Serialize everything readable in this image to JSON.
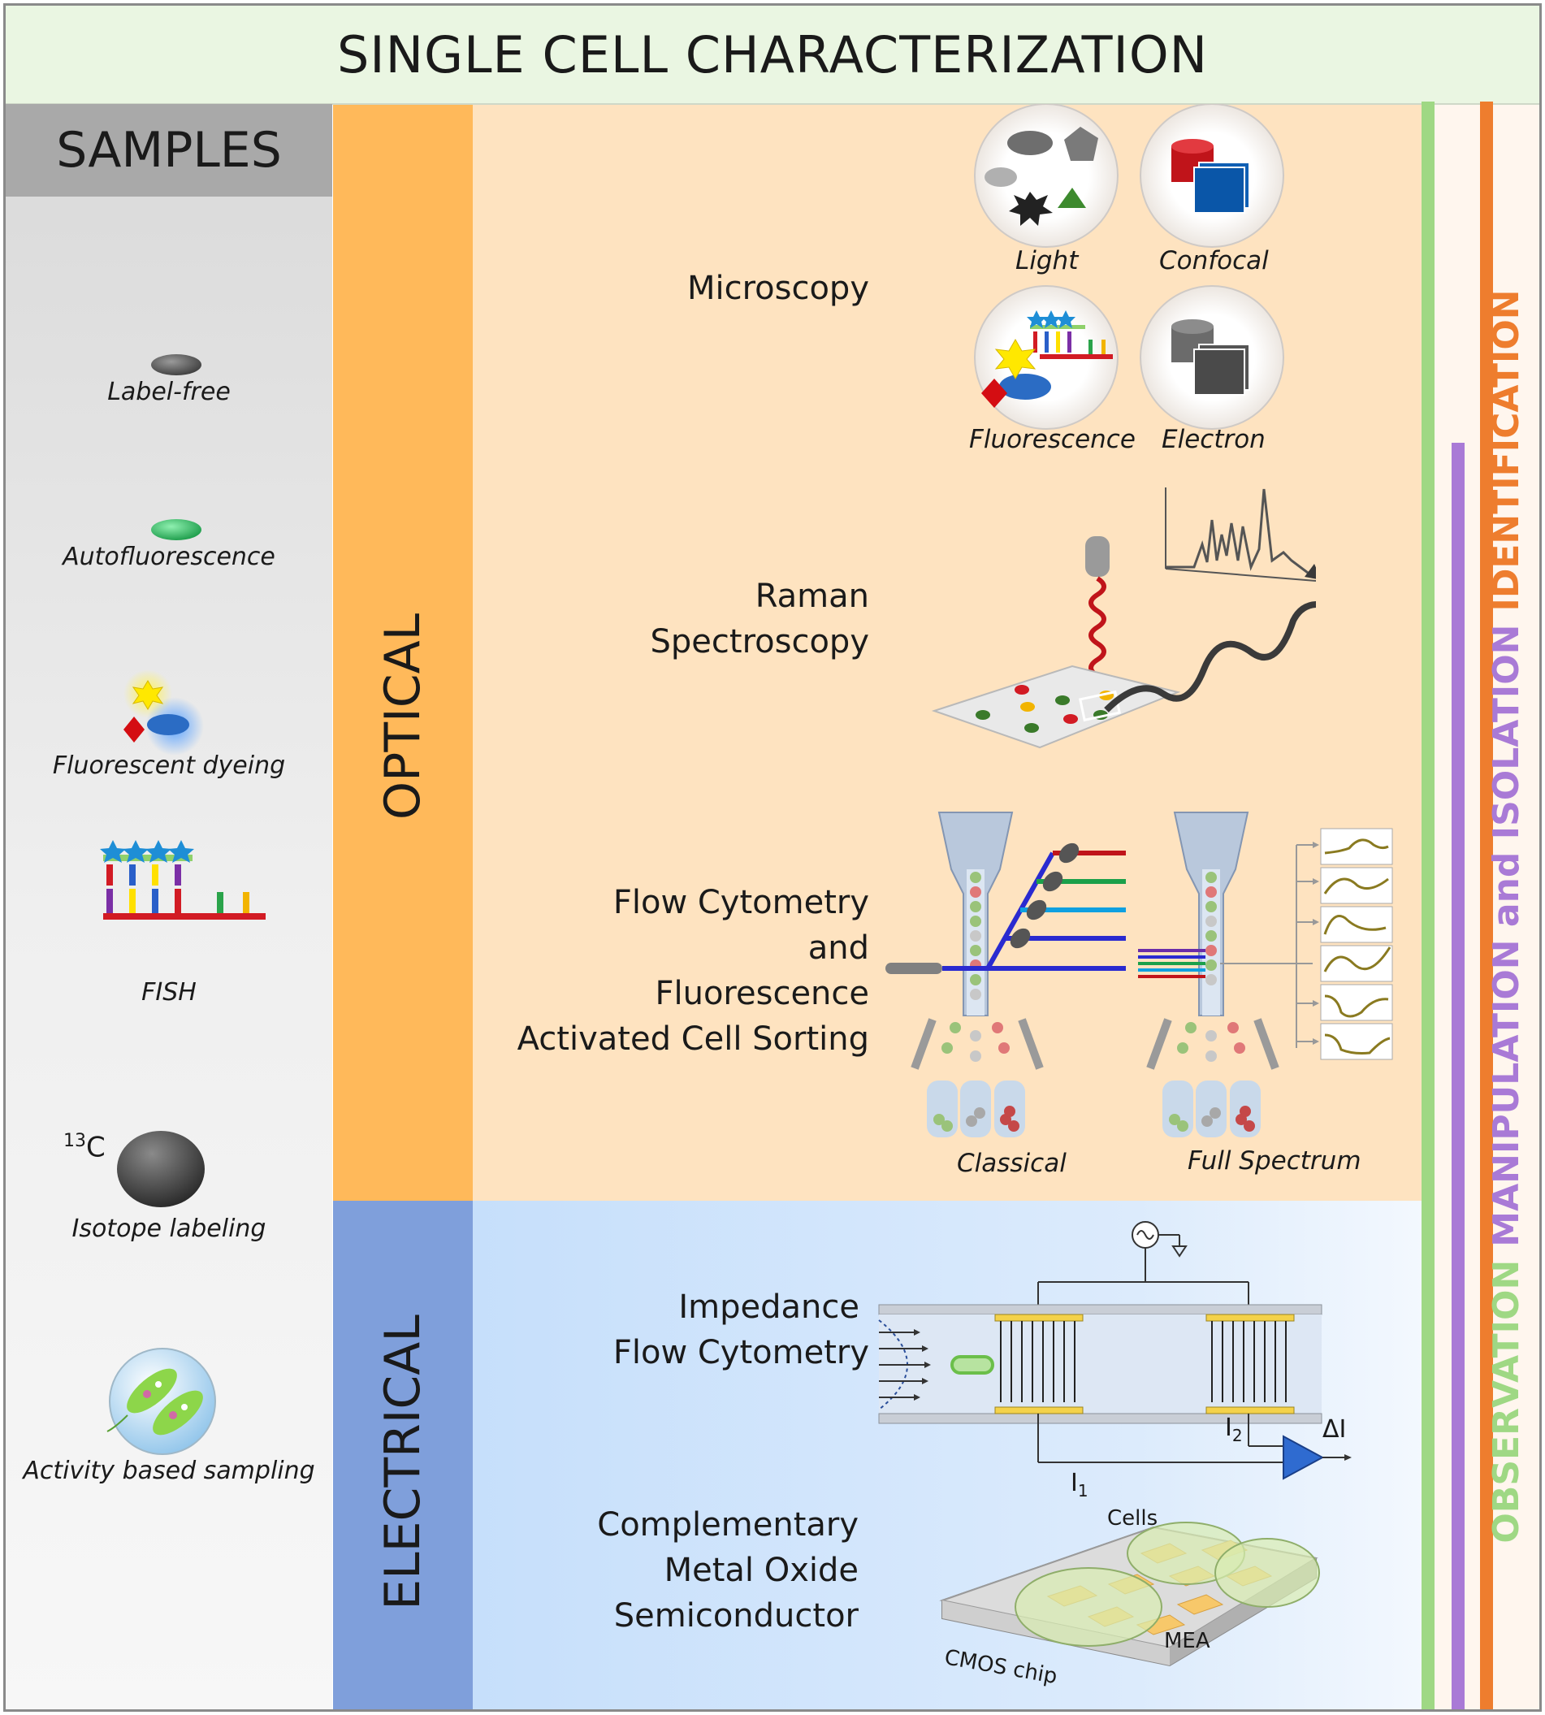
{
  "title": "SINGLE CELL CHARACTERIZATION",
  "samples": {
    "heading": "SAMPLES",
    "items": [
      {
        "label": "Label-free"
      },
      {
        "label": "Autofluorescence"
      },
      {
        "label": "Fluorescent dyeing"
      },
      {
        "label": "FISH"
      },
      {
        "label": "Isotope labeling",
        "isotope_mark": "13",
        "isotope_element": "C"
      },
      {
        "label": "Activity based sampling"
      }
    ]
  },
  "categories": {
    "optical": "OPTICAL",
    "electrical": "ELECTRICAL"
  },
  "methods": {
    "microscopy": {
      "label": "Microscopy",
      "types": [
        "Light",
        "Confocal",
        "Fluorescence",
        "Electron"
      ]
    },
    "raman": {
      "line1": "Raman",
      "line2": "Spectroscopy"
    },
    "flow": {
      "lines": [
        "Flow Cytometry",
        "and",
        "Fluorescence",
        "Activated Cell Sorting"
      ],
      "variants": [
        "Classical",
        "Full Spectrum"
      ]
    },
    "impedance": {
      "lines": [
        "Impedance",
        "Flow Cytometry"
      ],
      "labels": {
        "i1": "I",
        "i1_sub": "1",
        "i2": "I",
        "i2_sub": "2",
        "delta": "ΔI"
      }
    },
    "cmos": {
      "lines": [
        "Complementary",
        "Metal Oxide",
        "Semiconductor"
      ],
      "labels": {
        "cells": "Cells",
        "chip": "CMOS chip",
        "mea": "MEA"
      }
    }
  },
  "stages": {
    "observation": "OBSERVATION",
    "manipulation": "MANIPULATION and ISOLATION",
    "identification": "IDENTIFICATION"
  },
  "colors": {
    "observation": "#9fd884",
    "manipulation": "#a97ad6",
    "identification": "#ee7d2e",
    "optical_band": "#ffb95a",
    "electrical_band": "#7f9fdb"
  }
}
